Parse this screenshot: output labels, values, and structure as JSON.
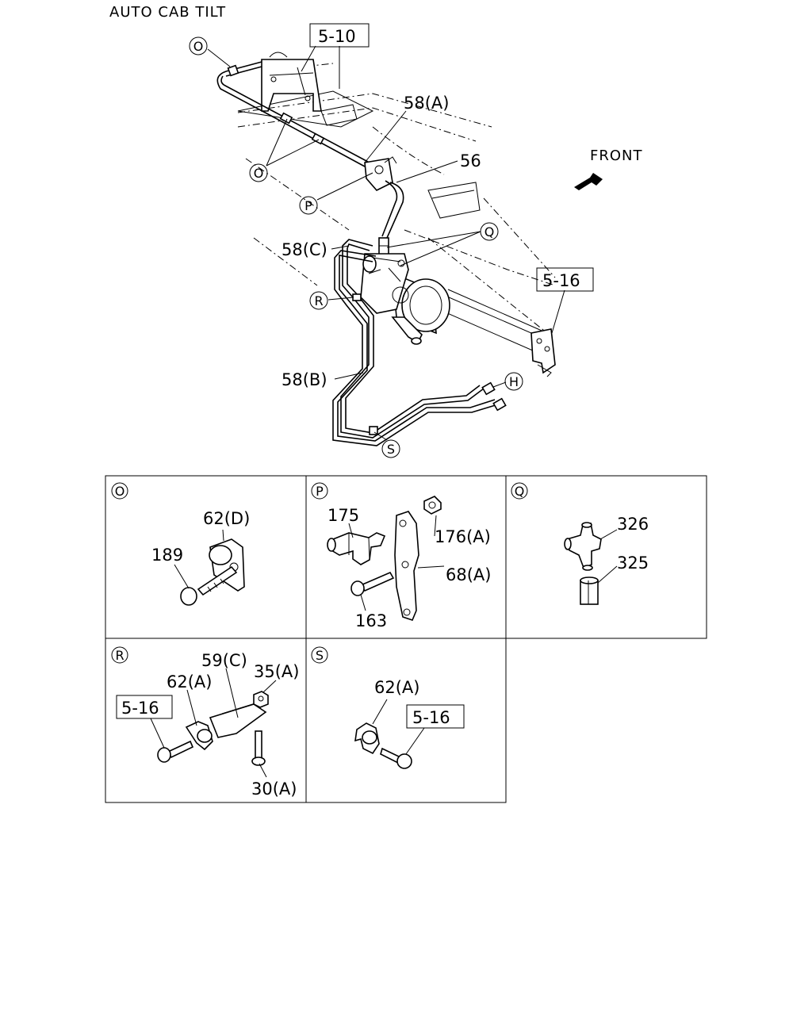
{
  "title": "AUTO CAB TILT",
  "front_label": "FRONT",
  "main_callouts": {
    "ref_5_10": "5-10",
    "ref_5_16": "5-16",
    "p58a": "58(A)",
    "p56": "56",
    "p58c": "58(C)",
    "p58b": "58(B)",
    "circ_O_top": "O",
    "circ_O_mid": "O",
    "circ_P": "P",
    "circ_Q": "Q",
    "circ_R": "R",
    "circ_H": "H",
    "circ_S": "S"
  },
  "details": {
    "O": {
      "letter": "O",
      "labels": [
        "62(D)",
        "189"
      ]
    },
    "P": {
      "letter": "P",
      "labels": [
        "175",
        "176(A)",
        "68(A)",
        "163"
      ]
    },
    "Q": {
      "letter": "Q",
      "labels": [
        "326",
        "325"
      ]
    },
    "R": {
      "letter": "R",
      "labels": [
        "59(C)",
        "35(A)",
        "62(A)",
        "5-16",
        "30(A)"
      ]
    },
    "S": {
      "letter": "S",
      "labels": [
        "62(A)",
        "5-16"
      ]
    }
  }
}
